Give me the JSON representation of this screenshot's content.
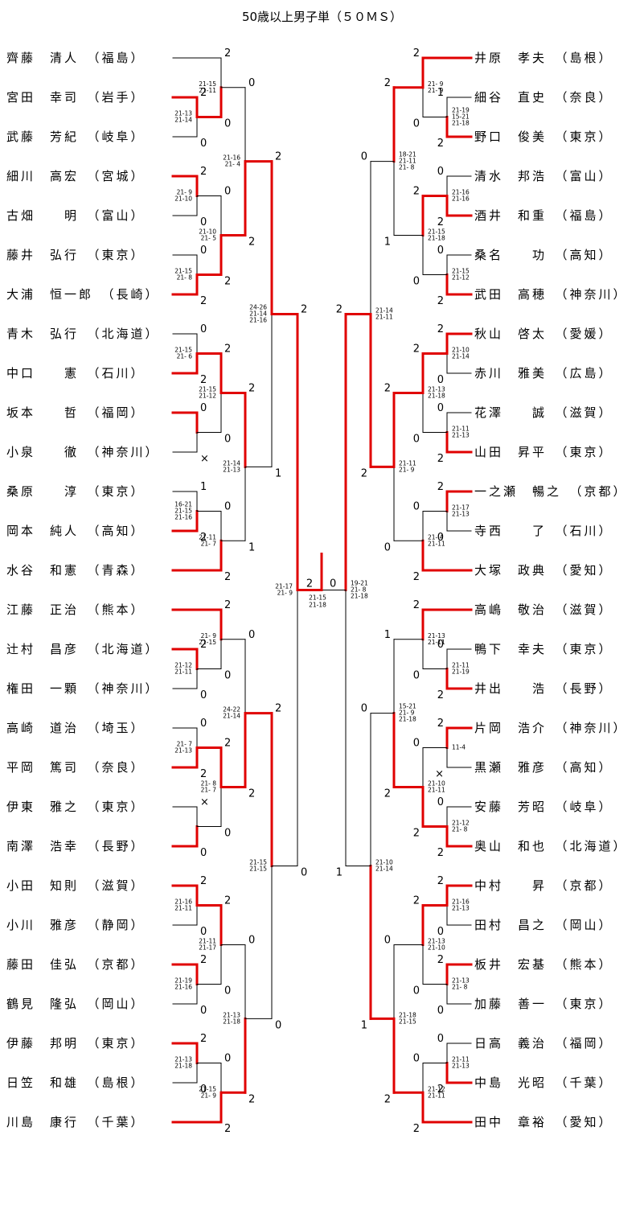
{
  "title": "50歳以上男子単（５０ＭＳ）",
  "left_players": [
    "齊藤　清人　（福島）",
    "宮田　幸司　（岩手）",
    "武藤　芳紀　（岐阜）",
    "細川　高宏　（宮城）",
    "古畑　　明　（富山）",
    "藤井　弘行　（東京）",
    "大浦　恒一郎　（長崎）",
    "青木　弘行　（北海道）",
    "中口　　憲　（石川）",
    "坂本　　哲　（福岡）",
    "小泉　　徹　（神奈川）",
    "桑原　　淳　（東京）",
    "岡本　純人　（高知）",
    "水谷　和憲　（青森）",
    "江藤　正治　（熊本）",
    "辻村　昌彦　（北海道）",
    "権田　一顆　（神奈川）",
    "高崎　道治　（埼玉）",
    "平岡　篤司　（奈良）",
    "伊東　雅之　（東京）",
    "南澤　浩幸　（長野）",
    "小田　知則　（滋賀）",
    "小川　雅彦　（静岡）",
    "藤田　佳弘　（京都）",
    "鶴見　隆弘　（岡山）",
    "伊藤　邦明　（東京）",
    "日笠　和雄　（島根）",
    "川島　康行　（千葉）"
  ],
  "right_players": [
    "井原　孝夫　（島根）",
    "細谷　直史　（奈良）",
    "野口　俊美　（東京）",
    "清水　邦浩　（富山）",
    "酒井　和重　（福島）",
    "桑名　　功　（高知）",
    "武田　高穂　（神奈川）",
    "秋山　啓太　（愛媛）",
    "赤川　雅美　（広島）",
    "花澤　　誠　（滋賀）",
    "山田　昇平　（東京）",
    "一之瀬　暢之　（京都）",
    "寺西　　了　（石川）",
    "大塚　政典　（愛知）",
    "高嶋　敬治　（滋賀）",
    "鴨下　幸夫　（東京）",
    "井出　　浩　（長野）",
    "片岡　浩介　（神奈川）",
    "黒瀬　雅彦　（高知）",
    "安藤　芳昭　（岐阜）",
    "奥山　和也　（北海道）",
    "中村　　昇　（京都）",
    "田村　昌之　（岡山）",
    "板井　宏基　（熊本）",
    "加藤　善一　（東京）",
    "日高　義治　（福岡）",
    "中島　光昭　（千葉）",
    "田中　章裕　（愛知）"
  ],
  "left_bracket": [
    {
      "a": [
        0
      ],
      "b": [
        1,
        2
      ],
      "aw": "2",
      "bw": "0",
      "games": [
        "21-15",
        "21-11"
      ],
      "cw": "b",
      "sub": {
        "a": [
          1
        ],
        "b": [
          2
        ],
        "aw": "2",
        "bw": "0",
        "games": [
          "21-13",
          "21-14"
        ],
        "cw": "a"
      }
    },
    {
      "a": [
        3,
        4
      ],
      "b": [
        5,
        6
      ],
      "aw": "0",
      "bw": "2",
      "games": [
        "21-10",
        "21- 5"
      ],
      "cw": "b",
      "sa": {
        "a": [
          3
        ],
        "b": [
          4
        ],
        "aw": "2",
        "bw": "0",
        "games": [
          "21- 9",
          "21-10"
        ],
        "cw": "a"
      },
      "sb": {
        "a": [
          5
        ],
        "b": [
          6
        ],
        "aw": "0",
        "bw": "2",
        "games": [
          "21-15",
          "21- 8"
        ],
        "cw": "b"
      }
    },
    {
      "a": [
        7,
        8
      ],
      "b": [
        9,
        10
      ],
      "aw": "2",
      "bw": "0",
      "games": [
        "21-15",
        "21-12"
      ],
      "cw": "a",
      "sa": {
        "a": [
          7
        ],
        "b": [
          8
        ],
        "aw": "0",
        "bw": "2",
        "games": [
          "21-15",
          "21- 6"
        ],
        "cw": "b"
      },
      "sb": {
        "a": [
          9
        ],
        "b": [
          10
        ],
        "aw": "0",
        "bw": "×",
        "games": [],
        "cw": "a"
      }
    },
    {
      "a": [
        11,
        12
      ],
      "b": [
        13
      ],
      "aw": "0",
      "bw": "2",
      "games": [
        "21-11",
        "21- 7"
      ],
      "cw": "b",
      "sa": {
        "a": [
          11
        ],
        "b": [
          12
        ],
        "aw": "1",
        "bw": "2",
        "games": [
          "16-21",
          "21-15",
          "21-16"
        ],
        "cw": "b"
      }
    },
    {
      "a": [
        14
      ],
      "b": [
        15,
        16
      ],
      "aw": "2",
      "bw": "0",
      "games": [
        "21- 9",
        "21-15"
      ],
      "cw": "a",
      "sub": {
        "a": [
          15
        ],
        "b": [
          16
        ],
        "aw": "2",
        "bw": "0",
        "games": [
          "21-12",
          "21-11"
        ],
        "cw": "a"
      }
    },
    {
      "a": [
        17,
        18
      ],
      "b": [
        19,
        20
      ],
      "aw": "2",
      "bw": "0",
      "games": [
        "21- 8",
        "21- 7"
      ],
      "cw": "a",
      "sa": {
        "a": [
          17
        ],
        "b": [
          18
        ],
        "aw": "0",
        "bw": "2",
        "games": [
          "21- 7",
          "21-13"
        ],
        "cw": "b"
      },
      "sb": {
        "a": [
          19
        ],
        "b": [
          20
        ],
        "aw": "×",
        "bw": "0",
        "games": [],
        "cw": "b"
      }
    },
    {
      "a": [
        21,
        22
      ],
      "b": [
        23,
        24
      ],
      "aw": "2",
      "bw": "0",
      "games": [
        "21-11",
        "21-17"
      ],
      "cw": "a",
      "sa": {
        "a": [
          21
        ],
        "b": [
          22
        ],
        "aw": "2",
        "bw": "0",
        "games": [
          "21-16",
          "21-11"
        ],
        "cw": "a"
      },
      "sb": {
        "a": [
          23
        ],
        "b": [
          24
        ],
        "aw": "2",
        "bw": "0",
        "games": [
          "21-19",
          "21-16"
        ],
        "cw": "a"
      }
    },
    {
      "a": [
        25,
        26
      ],
      "b": [
        27
      ],
      "aw": "0",
      "bw": "2",
      "games": [
        "21-15",
        "21- 9"
      ],
      "cw": "b",
      "sa": {
        "a": [
          25
        ],
        "b": [
          26
        ],
        "aw": "2",
        "bw": "0",
        "games": [
          "21-13",
          "21-18"
        ],
        "cw": "a"
      }
    }
  ],
  "left_r3": [
    {
      "aw": "0",
      "bw": "2",
      "games": [
        "21-16",
        "21- 4"
      ],
      "cw": "b"
    },
    {
      "aw": "2",
      "bw": "1",
      "games": [
        "21-14",
        "21-13"
      ],
      "cw": "a"
    },
    {
      "aw": "0",
      "bw": "2",
      "games": [
        "24-22",
        "21-14"
      ],
      "cw": "b"
    },
    {
      "aw": "0",
      "bw": "2",
      "games": [
        "21-13",
        "21-18"
      ],
      "cw": "b"
    }
  ],
  "left_r4": [
    {
      "aw": "2",
      "bw": "1",
      "games": [
        "24-26",
        "21-14",
        "21-16"
      ],
      "cw": "a"
    },
    {
      "aw": "2",
      "bw": "0",
      "games": [
        "21-15",
        "21-15"
      ],
      "cw": "a"
    }
  ],
  "left_semi": {
    "aw": "2",
    "bw": "0",
    "games": [
      "21-17",
      "21- 9"
    ],
    "cw": "a"
  },
  "right_bracket": [
    {
      "a": [
        0
      ],
      "b": [
        1,
        2
      ],
      "aw": "2",
      "bw": "0",
      "games": [
        "21- 9",
        "21- 9"
      ],
      "cw": "a",
      "sub": {
        "a": [
          1
        ],
        "b": [
          2
        ],
        "aw": "1",
        "bw": "2",
        "games": [
          "21-19",
          "15-21",
          "21-18"
        ],
        "cw": "b"
      }
    },
    {
      "a": [
        3,
        4
      ],
      "b": [
        5,
        6
      ],
      "aw": "2",
      "bw": "0",
      "games": [
        "21-15",
        "21-18"
      ],
      "cw": "a",
      "sa": {
        "a": [
          3
        ],
        "b": [
          4
        ],
        "aw": "0",
        "bw": "2",
        "games": [
          "21-16",
          "21-16"
        ],
        "cw": "b"
      },
      "sb": {
        "a": [
          5
        ],
        "b": [
          6
        ],
        "aw": "0",
        "bw": "2",
        "games": [
          "21-15",
          "21-12"
        ],
        "cw": "b"
      }
    },
    {
      "a": [
        7,
        8
      ],
      "b": [
        9,
        10
      ],
      "aw": "2",
      "bw": "0",
      "games": [
        "21-13",
        "21-18"
      ],
      "cw": "a",
      "sa": {
        "a": [
          7
        ],
        "b": [
          8
        ],
        "aw": "2",
        "bw": "0",
        "games": [
          "21-10",
          "21-14"
        ],
        "cw": "a"
      },
      "sb": {
        "a": [
          9
        ],
        "b": [
          10
        ],
        "aw": "0",
        "bw": "2",
        "games": [
          "21-11",
          "21-13"
        ],
        "cw": "b"
      }
    },
    {
      "a": [
        11,
        12
      ],
      "b": [
        13
      ],
      "aw": "0",
      "bw": "2",
      "games": [
        "21- 4",
        "21-11"
      ],
      "cw": "b",
      "sa": {
        "a": [
          11
        ],
        "b": [
          12
        ],
        "aw": "2",
        "bw": "0",
        "games": [
          "21-17",
          "21-13"
        ],
        "cw": "a"
      }
    },
    {
      "a": [
        14
      ],
      "b": [
        15,
        16
      ],
      "aw": "2",
      "bw": "0",
      "games": [
        "21-13",
        "21-11"
      ],
      "cw": "a",
      "sub": {
        "a": [
          15
        ],
        "b": [
          16
        ],
        "aw": "0",
        "bw": "2",
        "games": [
          "21-11",
          "21-19"
        ],
        "cw": "b"
      }
    },
    {
      "a": [
        17,
        18
      ],
      "b": [
        19,
        20
      ],
      "aw": "0",
      "bw": "2",
      "games": [
        "21-10",
        "21-11"
      ],
      "cw": "b",
      "sa": {
        "a": [
          17
        ],
        "b": [
          18
        ],
        "aw": "2",
        "bw": "×",
        "games": [
          "11-4"
        ],
        "cw": "a"
      },
      "sb": {
        "a": [
          19
        ],
        "b": [
          20
        ],
        "aw": "0",
        "bw": "2",
        "games": [
          "21-12",
          "21- 8"
        ],
        "cw": "b"
      }
    },
    {
      "a": [
        21,
        22
      ],
      "b": [
        23,
        24
      ],
      "aw": "2",
      "bw": "0",
      "games": [
        "21-13",
        "21-10"
      ],
      "cw": "a",
      "sa": {
        "a": [
          21
        ],
        "b": [
          22
        ],
        "aw": "2",
        "bw": "0",
        "games": [
          "21-16",
          "21-13"
        ],
        "cw": "a"
      },
      "sb": {
        "a": [
          23
        ],
        "b": [
          24
        ],
        "aw": "2",
        "bw": "0",
        "games": [
          "21-13",
          "21- 8"
        ],
        "cw": "a"
      }
    },
    {
      "a": [
        25,
        26
      ],
      "b": [
        27
      ],
      "aw": "0",
      "bw": "2",
      "games": [
        "21-12",
        "21-11"
      ],
      "cw": "b",
      "sa": {
        "a": [
          25
        ],
        "b": [
          26
        ],
        "aw": "0",
        "bw": "2",
        "games": [
          "21-11",
          "21-13"
        ],
        "cw": "b"
      }
    }
  ],
  "right_r3": [
    {
      "aw": "2",
      "bw": "1",
      "games": [
        "18-21",
        "21-11",
        "21- 8"
      ],
      "cw": "a"
    },
    {
      "aw": "2",
      "bw": "0",
      "games": [
        "21-11",
        "21- 9"
      ],
      "cw": "a"
    },
    {
      "aw": "1",
      "bw": "2",
      "games": [
        "15-21",
        "21- 9",
        "21-18"
      ],
      "cw": "b"
    },
    {
      "aw": "0",
      "bw": "2",
      "games": [
        "21-18",
        "21-15"
      ],
      "cw": "b"
    }
  ],
  "right_r4": [
    {
      "aw": "0",
      "bw": "2",
      "games": [
        "21-14",
        "21-11"
      ],
      "cw": "b"
    },
    {
      "aw": "0",
      "bw": "1",
      "games": [
        "21-10",
        "21-14"
      ],
      "cw": "b"
    }
  ],
  "right_semi": {
    "aw": "2",
    "bw": "1",
    "games": [
      "19-21",
      "21- 8",
      "21-18"
    ],
    "cw": "a"
  },
  "final": {
    "left_score": "2",
    "right_score": "0",
    "games": [
      "21-15",
      "21-18"
    ]
  },
  "colors": {
    "win": "#e00000",
    "line": "#000000"
  }
}
